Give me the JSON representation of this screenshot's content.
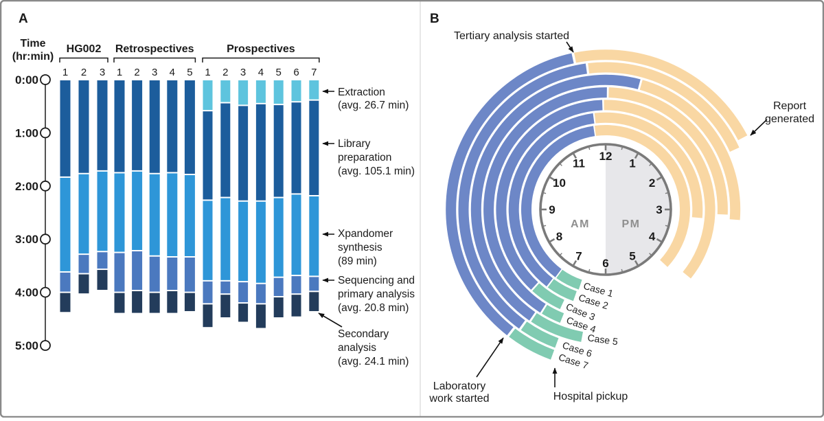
{
  "figure": {
    "panel_a_letter": "A",
    "panel_b_letter": "B"
  },
  "chart_data": [
    {
      "type": "bar",
      "panel": "A",
      "ylabel_line1": "Time",
      "ylabel_line2": "(hr:min)",
      "y_ticks": [
        "0:00",
        "1:00",
        "2:00",
        "3:00",
        "4:00",
        "5:00"
      ],
      "ylim_minutes": [
        0,
        300
      ],
      "stages": [
        {
          "id": "extraction",
          "label_lines": [
            "Extraction"
          ],
          "sublabel": "(avg. 26.7 min)",
          "color": "#5EC4DE"
        },
        {
          "id": "library",
          "label_lines": [
            "Library",
            "preparation"
          ],
          "sublabel": "(avg. 105.1 min)",
          "color": "#1C5D9C"
        },
        {
          "id": "xpandomer",
          "label_lines": [
            "Xpandomer",
            "synthesis"
          ],
          "sublabel": "(89 min)",
          "color": "#2E96D8"
        },
        {
          "id": "sequencing",
          "label_lines": [
            "Sequencing and",
            "primary analysis"
          ],
          "sublabel": "(avg. 20.8 min)",
          "color": "#4B79BF"
        },
        {
          "id": "secondary",
          "label_lines": [
            "Secondary",
            "analysis"
          ],
          "sublabel": "(avg. 24.1 min)",
          "color": "#233C5B"
        }
      ],
      "groups": [
        {
          "label": "HG002",
          "bars": [
            {
              "name": "1",
              "segments": [
                {
                  "stage": "library",
                  "start": 0,
                  "end": 110
                },
                {
                  "stage": "xpandomer",
                  "start": 110,
                  "end": 217
                },
                {
                  "stage": "sequencing",
                  "start": 217,
                  "end": 240
                },
                {
                  "stage": "secondary",
                  "start": 240,
                  "end": 263
                }
              ]
            },
            {
              "name": "2",
              "segments": [
                {
                  "stage": "library",
                  "start": 0,
                  "end": 106
                },
                {
                  "stage": "xpandomer",
                  "start": 106,
                  "end": 197
                },
                {
                  "stage": "sequencing",
                  "start": 197,
                  "end": 219
                },
                {
                  "stage": "secondary",
                  "start": 219,
                  "end": 242
                }
              ]
            },
            {
              "name": "3",
              "segments": [
                {
                  "stage": "library",
                  "start": 0,
                  "end": 103
                },
                {
                  "stage": "xpandomer",
                  "start": 103,
                  "end": 194
                },
                {
                  "stage": "sequencing",
                  "start": 194,
                  "end": 214
                },
                {
                  "stage": "secondary",
                  "start": 214,
                  "end": 238
                }
              ]
            }
          ]
        },
        {
          "label": "Retrospectives",
          "bars": [
            {
              "name": "1",
              "segments": [
                {
                  "stage": "library",
                  "start": 0,
                  "end": 105
                },
                {
                  "stage": "xpandomer",
                  "start": 105,
                  "end": 195
                },
                {
                  "stage": "sequencing",
                  "start": 195,
                  "end": 240
                },
                {
                  "stage": "secondary",
                  "start": 240,
                  "end": 264
                }
              ]
            },
            {
              "name": "2",
              "segments": [
                {
                  "stage": "library",
                  "start": 0,
                  "end": 103
                },
                {
                  "stage": "xpandomer",
                  "start": 103,
                  "end": 193
                },
                {
                  "stage": "sequencing",
                  "start": 193,
                  "end": 238
                },
                {
                  "stage": "secondary",
                  "start": 238,
                  "end": 264
                }
              ]
            },
            {
              "name": "3",
              "segments": [
                {
                  "stage": "library",
                  "start": 0,
                  "end": 106
                },
                {
                  "stage": "xpandomer",
                  "start": 106,
                  "end": 199
                },
                {
                  "stage": "sequencing",
                  "start": 199,
                  "end": 240
                },
                {
                  "stage": "secondary",
                  "start": 240,
                  "end": 264
                }
              ]
            },
            {
              "name": "4",
              "segments": [
                {
                  "stage": "library",
                  "start": 0,
                  "end": 105
                },
                {
                  "stage": "xpandomer",
                  "start": 105,
                  "end": 200
                },
                {
                  "stage": "sequencing",
                  "start": 200,
                  "end": 238
                },
                {
                  "stage": "secondary",
                  "start": 238,
                  "end": 264
                }
              ]
            },
            {
              "name": "5",
              "segments": [
                {
                  "stage": "library",
                  "start": 0,
                  "end": 107
                },
                {
                  "stage": "xpandomer",
                  "start": 107,
                  "end": 200
                },
                {
                  "stage": "sequencing",
                  "start": 200,
                  "end": 240
                },
                {
                  "stage": "secondary",
                  "start": 240,
                  "end": 262
                }
              ]
            }
          ]
        },
        {
          "label": "Prospectives",
          "bars": [
            {
              "name": "1",
              "segments": [
                {
                  "stage": "extraction",
                  "start": 0,
                  "end": 35
                },
                {
                  "stage": "library",
                  "start": 35,
                  "end": 136
                },
                {
                  "stage": "xpandomer",
                  "start": 136,
                  "end": 227
                },
                {
                  "stage": "sequencing",
                  "start": 227,
                  "end": 253
                },
                {
                  "stage": "secondary",
                  "start": 253,
                  "end": 280
                }
              ]
            },
            {
              "name": "2",
              "segments": [
                {
                  "stage": "extraction",
                  "start": 0,
                  "end": 26
                },
                {
                  "stage": "library",
                  "start": 26,
                  "end": 133
                },
                {
                  "stage": "xpandomer",
                  "start": 133,
                  "end": 227
                },
                {
                  "stage": "sequencing",
                  "start": 227,
                  "end": 242
                },
                {
                  "stage": "secondary",
                  "start": 242,
                  "end": 269
                }
              ]
            },
            {
              "name": "3",
              "segments": [
                {
                  "stage": "extraction",
                  "start": 0,
                  "end": 29
                },
                {
                  "stage": "library",
                  "start": 29,
                  "end": 137
                },
                {
                  "stage": "xpandomer",
                  "start": 137,
                  "end": 228
                },
                {
                  "stage": "sequencing",
                  "start": 228,
                  "end": 252
                },
                {
                  "stage": "secondary",
                  "start": 252,
                  "end": 274
                }
              ]
            },
            {
              "name": "4",
              "segments": [
                {
                  "stage": "extraction",
                  "start": 0,
                  "end": 27
                },
                {
                  "stage": "library",
                  "start": 27,
                  "end": 137
                },
                {
                  "stage": "xpandomer",
                  "start": 137,
                  "end": 230
                },
                {
                  "stage": "sequencing",
                  "start": 230,
                  "end": 253
                },
                {
                  "stage": "secondary",
                  "start": 253,
                  "end": 281
                }
              ]
            },
            {
              "name": "5",
              "segments": [
                {
                  "stage": "extraction",
                  "start": 0,
                  "end": 28
                },
                {
                  "stage": "library",
                  "start": 28,
                  "end": 133
                },
                {
                  "stage": "xpandomer",
                  "start": 133,
                  "end": 223
                },
                {
                  "stage": "sequencing",
                  "start": 223,
                  "end": 245
                },
                {
                  "stage": "secondary",
                  "start": 245,
                  "end": 269
                }
              ]
            },
            {
              "name": "6",
              "segments": [
                {
                  "stage": "extraction",
                  "start": 0,
                  "end": 25
                },
                {
                  "stage": "library",
                  "start": 25,
                  "end": 129
                },
                {
                  "stage": "xpandomer",
                  "start": 129,
                  "end": 221
                },
                {
                  "stage": "sequencing",
                  "start": 221,
                  "end": 242
                },
                {
                  "stage": "secondary",
                  "start": 242,
                  "end": 268
                }
              ]
            },
            {
              "name": "7",
              "segments": [
                {
                  "stage": "extraction",
                  "start": 0,
                  "end": 23
                },
                {
                  "stage": "library",
                  "start": 23,
                  "end": 131
                },
                {
                  "stage": "xpandomer",
                  "start": 131,
                  "end": 222
                },
                {
                  "stage": "sequencing",
                  "start": 222,
                  "end": 239
                },
                {
                  "stage": "secondary",
                  "start": 239,
                  "end": 262
                }
              ]
            }
          ]
        }
      ]
    },
    {
      "type": "radial",
      "panel": "B",
      "clock_numbers": [
        "12",
        "1",
        "2",
        "3",
        "4",
        "5",
        "6",
        "7",
        "8",
        "9",
        "10",
        "11"
      ],
      "am_label": "AM",
      "pm_label": "PM",
      "annotations": {
        "tertiary": "Tertiary analysis started",
        "report_line1": "Report",
        "report_line2": "generated",
        "lab_line1": "Laboratory",
        "lab_line2": "work started",
        "pickup": "Hospital pickup"
      },
      "phase_colors": {
        "pickup_to_lab": "#80CBB1",
        "lab_to_tertiary": "#6D87C7",
        "tertiary_to_report": "#F9D7A3"
      },
      "clock_colors": {
        "pm_fill": "#E7E7EA",
        "rim": "#7A7A7A"
      },
      "cases": [
        {
          "label": "Case 1",
          "hospital_pickup": 6.62,
          "lab_work_started": 7.22,
          "tertiary_analysis_started": 11.75,
          "report_generated": 16.43
        },
        {
          "label": "Case 2",
          "hospital_pickup": 6.65,
          "lab_work_started": 7.25,
          "tertiary_analysis_started": 11.78,
          "report_generated": 15.17
        },
        {
          "label": "Case 3",
          "hospital_pickup": 6.82,
          "lab_work_started": 7.43,
          "tertiary_analysis_started": 11.97,
          "report_generated": 16.3
        },
        {
          "label": "Case 4",
          "hospital_pickup": 6.73,
          "lab_work_started": 7.08,
          "tertiary_analysis_started": 12.05,
          "report_generated": 15.08
        },
        {
          "label": "Case 5",
          "hospital_pickup": 6.35,
          "lab_work_started": 7.15,
          "tertiary_analysis_started": 12.53,
          "report_generated": 15.15
        },
        {
          "label": "Case 6",
          "hospital_pickup": 6.67,
          "lab_work_started": 7.2,
          "tertiary_analysis_started": 11.77,
          "report_generated": 14.17
        },
        {
          "label": "Case 7",
          "hospital_pickup": 6.67,
          "lab_work_started": 7.27,
          "tertiary_analysis_started": 11.62,
          "report_generated": 14.08
        }
      ]
    }
  ]
}
